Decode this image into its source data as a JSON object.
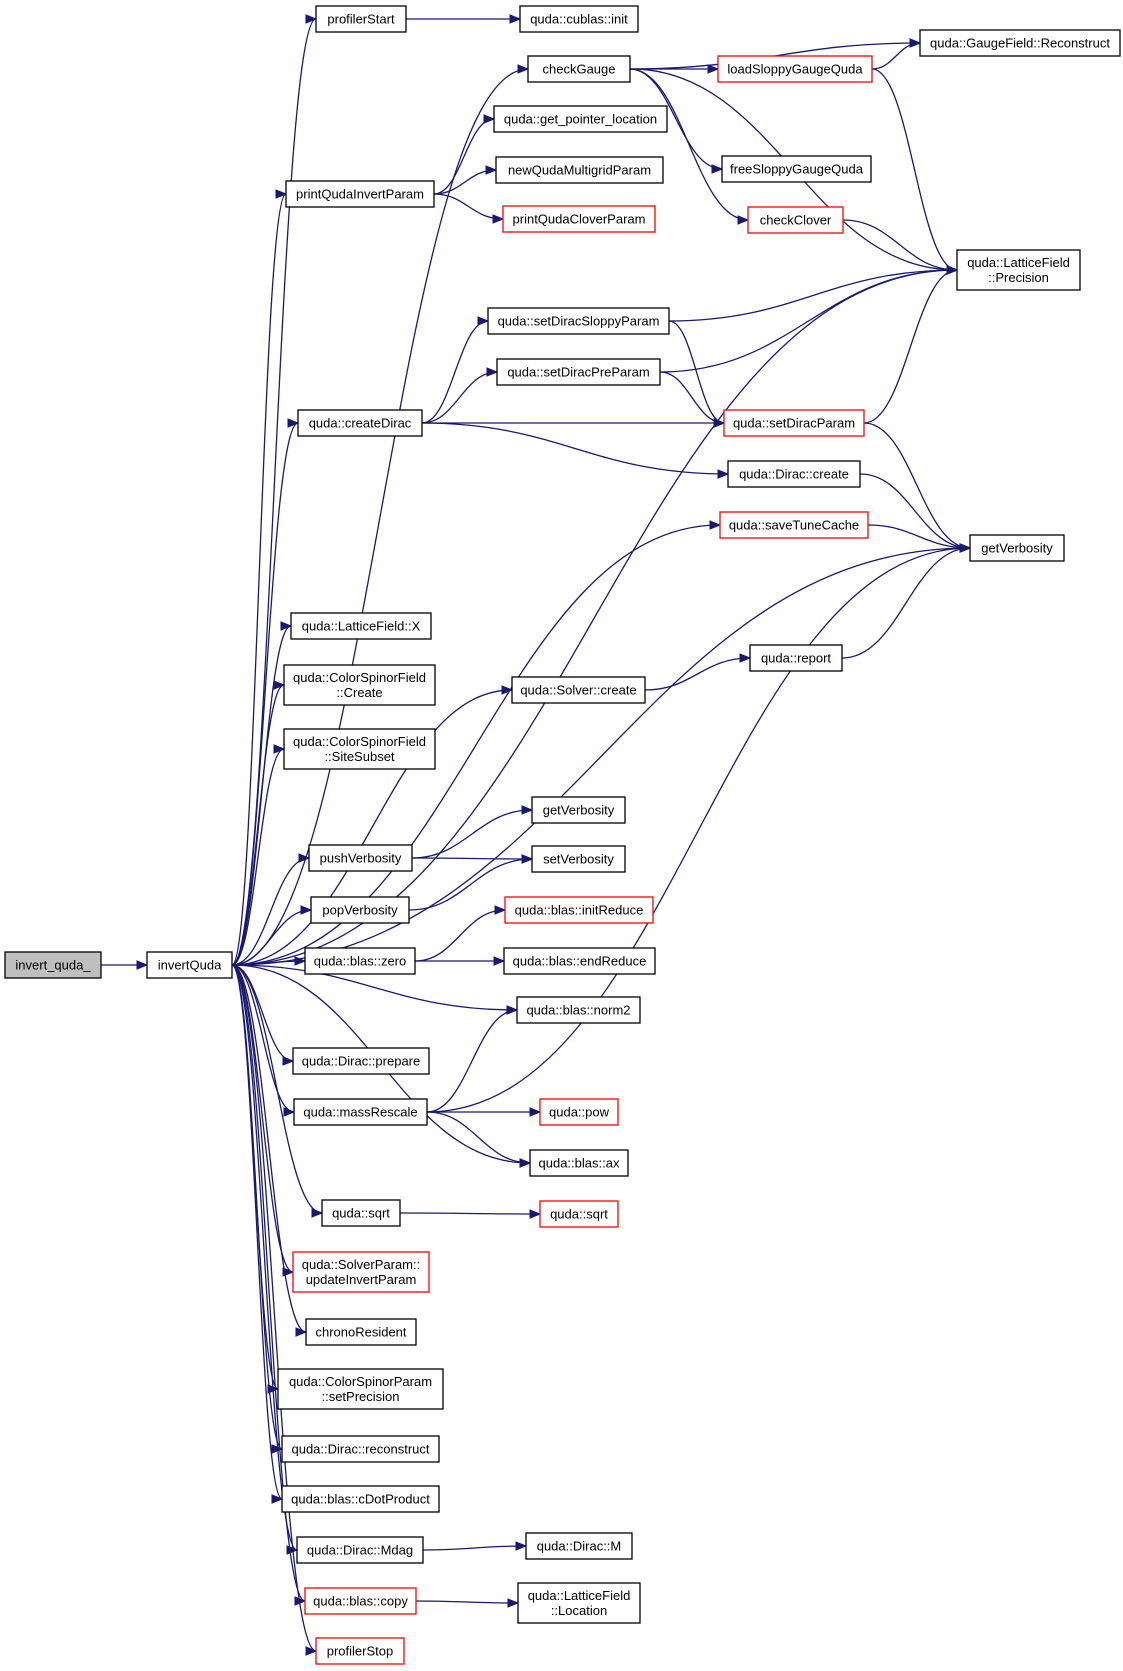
{
  "nodes": [
    {
      "id": "invert_quda_",
      "label": [
        "invert_quda_"
      ],
      "style": "root"
    },
    {
      "id": "invertQuda",
      "label": [
        "invertQuda"
      ],
      "style": "normal"
    },
    {
      "id": "profilerStart",
      "label": [
        "profilerStart"
      ],
      "style": "normal"
    },
    {
      "id": "cublas_init",
      "label": [
        "quda::cublas::init"
      ],
      "style": "normal"
    },
    {
      "id": "checkGauge",
      "label": [
        "checkGauge"
      ],
      "style": "normal"
    },
    {
      "id": "gf_reconstruct",
      "label": [
        "quda::GaugeField::Reconstruct"
      ],
      "style": "normal"
    },
    {
      "id": "loadSloppy",
      "label": [
        "loadSloppyGaugeQuda"
      ],
      "style": "red"
    },
    {
      "id": "get_pointer_location",
      "label": [
        "quda::get_pointer_location"
      ],
      "style": "normal"
    },
    {
      "id": "printQudaInvertParam",
      "label": [
        "printQudaInvertParam"
      ],
      "style": "normal"
    },
    {
      "id": "newQudaMultigridParam",
      "label": [
        "newQudaMultigridParam"
      ],
      "style": "normal"
    },
    {
      "id": "freeSloppy",
      "label": [
        "freeSloppyGaugeQuda"
      ],
      "style": "normal"
    },
    {
      "id": "printQudaCloverParam",
      "label": [
        "printQudaCloverParam"
      ],
      "style": "red"
    },
    {
      "id": "checkClover",
      "label": [
        "checkClover"
      ],
      "style": "red"
    },
    {
      "id": "lf_precision",
      "label": [
        "quda::LatticeField",
        "::Precision"
      ],
      "style": "normal"
    },
    {
      "id": "setDiracSloppyParam",
      "label": [
        "quda::setDiracSloppyParam"
      ],
      "style": "normal"
    },
    {
      "id": "setDiracPreParam",
      "label": [
        "quda::setDiracPreParam"
      ],
      "style": "normal"
    },
    {
      "id": "createDirac",
      "label": [
        "quda::createDirac"
      ],
      "style": "normal"
    },
    {
      "id": "setDiracParam",
      "label": [
        "quda::setDiracParam"
      ],
      "style": "red"
    },
    {
      "id": "dirac_create",
      "label": [
        "quda::Dirac::create"
      ],
      "style": "normal"
    },
    {
      "id": "saveTuneCache",
      "label": [
        "quda::saveTuneCache"
      ],
      "style": "red"
    },
    {
      "id": "getVerbosity_r",
      "label": [
        "getVerbosity"
      ],
      "style": "normal"
    },
    {
      "id": "lf_X",
      "label": [
        "quda::LatticeField::X"
      ],
      "style": "normal"
    },
    {
      "id": "report",
      "label": [
        "quda::report"
      ],
      "style": "normal"
    },
    {
      "id": "csf_create",
      "label": [
        "quda::ColorSpinorField",
        "::Create"
      ],
      "style": "normal"
    },
    {
      "id": "solver_create",
      "label": [
        "quda::Solver::create"
      ],
      "style": "normal"
    },
    {
      "id": "csf_sitesubset",
      "label": [
        "quda::ColorSpinorField",
        "::SiteSubset"
      ],
      "style": "normal"
    },
    {
      "id": "getVerbosity_m",
      "label": [
        "getVerbosity"
      ],
      "style": "normal"
    },
    {
      "id": "pushVerbosity",
      "label": [
        "pushVerbosity"
      ],
      "style": "normal"
    },
    {
      "id": "setVerbosity",
      "label": [
        "setVerbosity"
      ],
      "style": "normal"
    },
    {
      "id": "popVerbosity",
      "label": [
        "popVerbosity"
      ],
      "style": "normal"
    },
    {
      "id": "initReduce",
      "label": [
        "quda::blas::initReduce"
      ],
      "style": "red"
    },
    {
      "id": "blas_zero",
      "label": [
        "quda::blas::zero"
      ],
      "style": "normal"
    },
    {
      "id": "endReduce",
      "label": [
        "quda::blas::endReduce"
      ],
      "style": "normal"
    },
    {
      "id": "norm2",
      "label": [
        "quda::blas::norm2"
      ],
      "style": "normal"
    },
    {
      "id": "dirac_prepare",
      "label": [
        "quda::Dirac::prepare"
      ],
      "style": "normal"
    },
    {
      "id": "massRescale",
      "label": [
        "quda::massRescale"
      ],
      "style": "normal"
    },
    {
      "id": "pow",
      "label": [
        "quda::pow"
      ],
      "style": "red"
    },
    {
      "id": "blas_ax",
      "label": [
        "quda::blas::ax"
      ],
      "style": "normal"
    },
    {
      "id": "sqrt_l",
      "label": [
        "quda::sqrt"
      ],
      "style": "normal"
    },
    {
      "id": "sqrt_r",
      "label": [
        "quda::sqrt"
      ],
      "style": "red"
    },
    {
      "id": "updateInvertParam",
      "label": [
        "quda::SolverParam::",
        "updateInvertParam"
      ],
      "style": "red"
    },
    {
      "id": "chronoResident",
      "label": [
        "chronoResident"
      ],
      "style": "normal"
    },
    {
      "id": "csp_setPrecision",
      "label": [
        "quda::ColorSpinorParam",
        "::setPrecision"
      ],
      "style": "normal"
    },
    {
      "id": "dirac_reconstruct",
      "label": [
        "quda::Dirac::reconstruct"
      ],
      "style": "normal"
    },
    {
      "id": "cDotProduct",
      "label": [
        "quda::blas::cDotProduct"
      ],
      "style": "normal"
    },
    {
      "id": "dirac_mdag",
      "label": [
        "quda::Dirac::Mdag"
      ],
      "style": "normal"
    },
    {
      "id": "dirac_M",
      "label": [
        "quda::Dirac::M"
      ],
      "style": "normal"
    },
    {
      "id": "blas_copy",
      "label": [
        "quda::blas::copy"
      ],
      "style": "red"
    },
    {
      "id": "lf_location",
      "label": [
        "quda::LatticeField",
        "::Location"
      ],
      "style": "normal"
    },
    {
      "id": "profilerStop",
      "label": [
        "profilerStop"
      ],
      "style": "red"
    }
  ],
  "edges": [
    [
      "invert_quda_",
      "invertQuda"
    ],
    [
      "invertQuda",
      "profilerStart"
    ],
    [
      "invertQuda",
      "checkGauge"
    ],
    [
      "invertQuda",
      "printQudaInvertParam"
    ],
    [
      "invertQuda",
      "lf_precision"
    ],
    [
      "invertQuda",
      "createDirac"
    ],
    [
      "invertQuda",
      "saveTuneCache"
    ],
    [
      "invertQuda",
      "getVerbosity_r"
    ],
    [
      "invertQuda",
      "lf_X"
    ],
    [
      "invertQuda",
      "csf_create"
    ],
    [
      "invertQuda",
      "csf_sitesubset"
    ],
    [
      "invertQuda",
      "solver_create"
    ],
    [
      "invertQuda",
      "pushVerbosity"
    ],
    [
      "invertQuda",
      "popVerbosity"
    ],
    [
      "invertQuda",
      "blas_zero"
    ],
    [
      "invertQuda",
      "norm2"
    ],
    [
      "invertQuda",
      "dirac_prepare"
    ],
    [
      "invertQuda",
      "massRescale"
    ],
    [
      "invertQuda",
      "blas_ax"
    ],
    [
      "invertQuda",
      "sqrt_l"
    ],
    [
      "invertQuda",
      "updateInvertParam"
    ],
    [
      "invertQuda",
      "chronoResident"
    ],
    [
      "invertQuda",
      "csp_setPrecision"
    ],
    [
      "invertQuda",
      "dirac_reconstruct"
    ],
    [
      "invertQuda",
      "cDotProduct"
    ],
    [
      "invertQuda",
      "dirac_mdag"
    ],
    [
      "invertQuda",
      "blas_copy"
    ],
    [
      "invertQuda",
      "profilerStop"
    ],
    [
      "profilerStart",
      "cublas_init"
    ],
    [
      "checkGauge",
      "gf_reconstruct"
    ],
    [
      "checkGauge",
      "loadSloppy"
    ],
    [
      "checkGauge",
      "freeSloppy"
    ],
    [
      "checkGauge",
      "checkClover"
    ],
    [
      "checkGauge",
      "lf_precision"
    ],
    [
      "loadSloppy",
      "gf_reconstruct"
    ],
    [
      "loadSloppy",
      "lf_precision"
    ],
    [
      "checkClover",
      "lf_precision"
    ],
    [
      "printQudaInvertParam",
      "get_pointer_location"
    ],
    [
      "printQudaInvertParam",
      "newQudaMultigridParam"
    ],
    [
      "printQudaInvertParam",
      "printQudaCloverParam"
    ],
    [
      "createDirac",
      "setDiracSloppyParam"
    ],
    [
      "createDirac",
      "setDiracPreParam"
    ],
    [
      "createDirac",
      "setDiracParam"
    ],
    [
      "createDirac",
      "dirac_create"
    ],
    [
      "setDiracSloppyParam",
      "lf_precision"
    ],
    [
      "setDiracSloppyParam",
      "setDiracParam"
    ],
    [
      "setDiracPreParam",
      "lf_precision"
    ],
    [
      "setDiracPreParam",
      "setDiracParam"
    ],
    [
      "setDiracParam",
      "lf_precision"
    ],
    [
      "setDiracParam",
      "getVerbosity_r"
    ],
    [
      "dirac_create",
      "getVerbosity_r"
    ],
    [
      "saveTuneCache",
      "getVerbosity_r"
    ],
    [
      "solver_create",
      "report"
    ],
    [
      "report",
      "getVerbosity_r"
    ],
    [
      "pushVerbosity",
      "getVerbosity_m"
    ],
    [
      "pushVerbosity",
      "setVerbosity"
    ],
    [
      "popVerbosity",
      "setVerbosity"
    ],
    [
      "blas_zero",
      "initReduce"
    ],
    [
      "blas_zero",
      "endReduce"
    ],
    [
      "massRescale",
      "norm2"
    ],
    [
      "massRescale",
      "getVerbosity_r"
    ],
    [
      "massRescale",
      "pow"
    ],
    [
      "massRescale",
      "blas_ax"
    ],
    [
      "sqrt_l",
      "sqrt_r"
    ],
    [
      "dirac_mdag",
      "dirac_M"
    ],
    [
      "blas_copy",
      "lf_location"
    ]
  ]
}
